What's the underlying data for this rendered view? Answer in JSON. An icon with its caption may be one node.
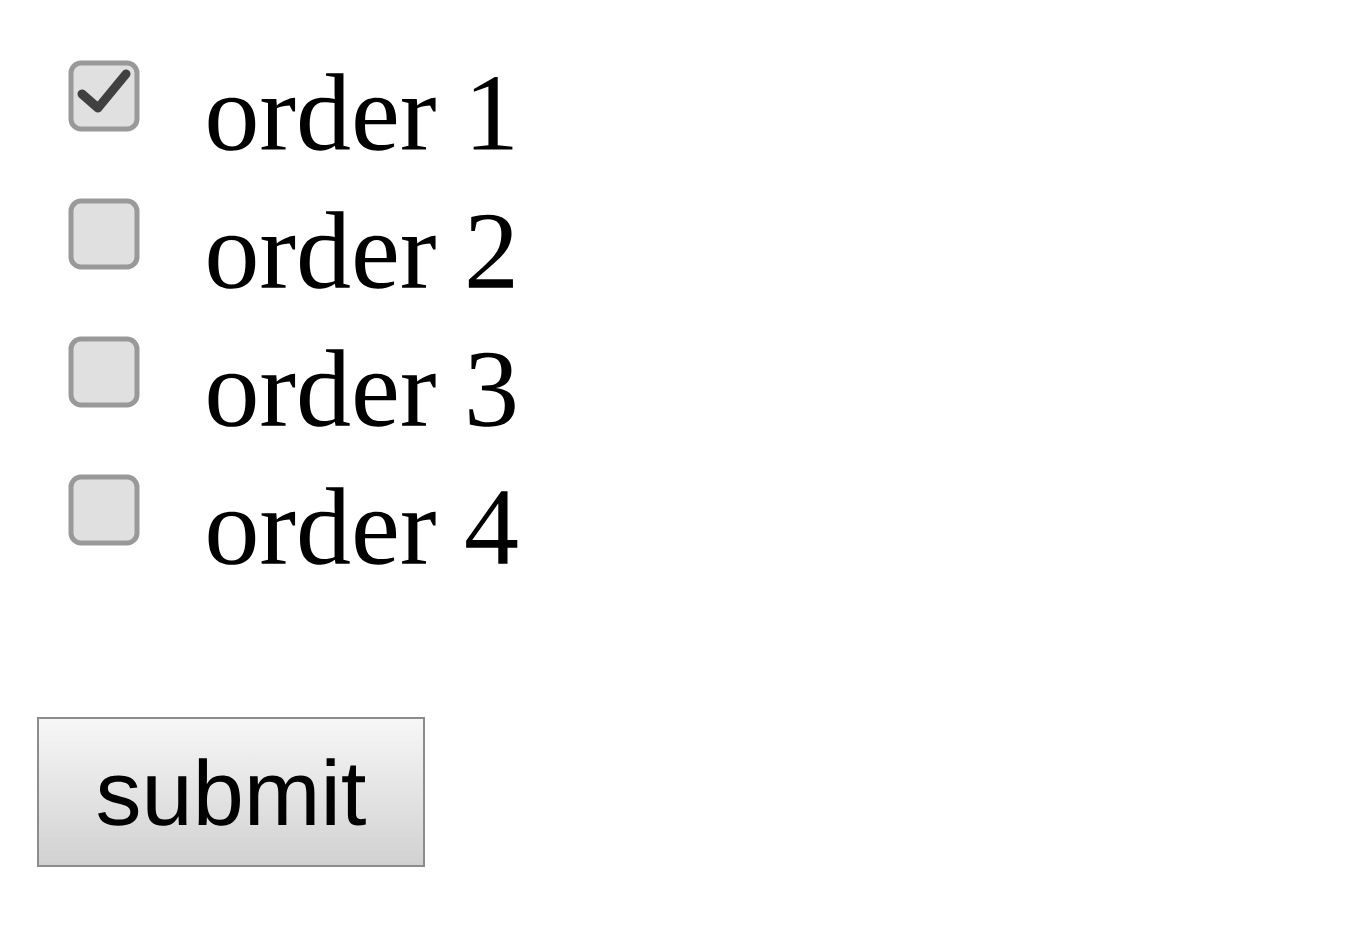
{
  "diagram": {
    "nodes": [
      {
        "text": [],
        "shape": "checked",
        "beside": [
          "order 1"
        ]
      },
      {
        "text": [],
        "shape": "checkbox",
        "beside": [
          "order 2"
        ]
      },
      {
        "text": [],
        "shape": "checkbox",
        "beside": [
          "order 3"
        ]
      },
      {
        "text": [],
        "shape": "checkbox",
        "beside": [
          "order 4"
        ]
      },
      {
        "text": [
          "submit"
        ]
      }
    ]
  }
}
